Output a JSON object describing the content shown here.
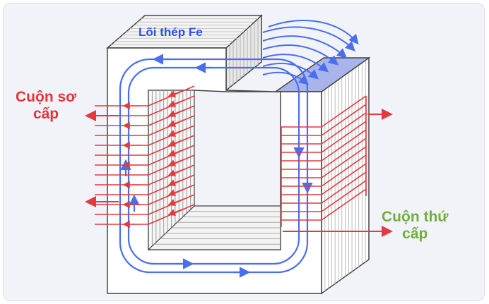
{
  "labels": {
    "core": "Lõi thép Fe",
    "primary_line1": "Cuộn sơ",
    "primary_line2": "cấp",
    "secondary_line1": "Cuộn thứ",
    "secondary_line2": "cấp"
  },
  "colors": {
    "core_label": "#2a52e6",
    "primary_label": "#e8323a",
    "secondary_label": "#6fb03c",
    "winding": "#e23a3f",
    "flux": "#4a6ef0",
    "core_face": "#ffffff",
    "core_edge": "#444444",
    "top_face": "#a9b4ea"
  },
  "icons": {
    "primary_arrows": "arrow-left-icon",
    "secondary_arrows": "arrow-right-icon",
    "flux_arrows": "flux-arrow-icon"
  }
}
